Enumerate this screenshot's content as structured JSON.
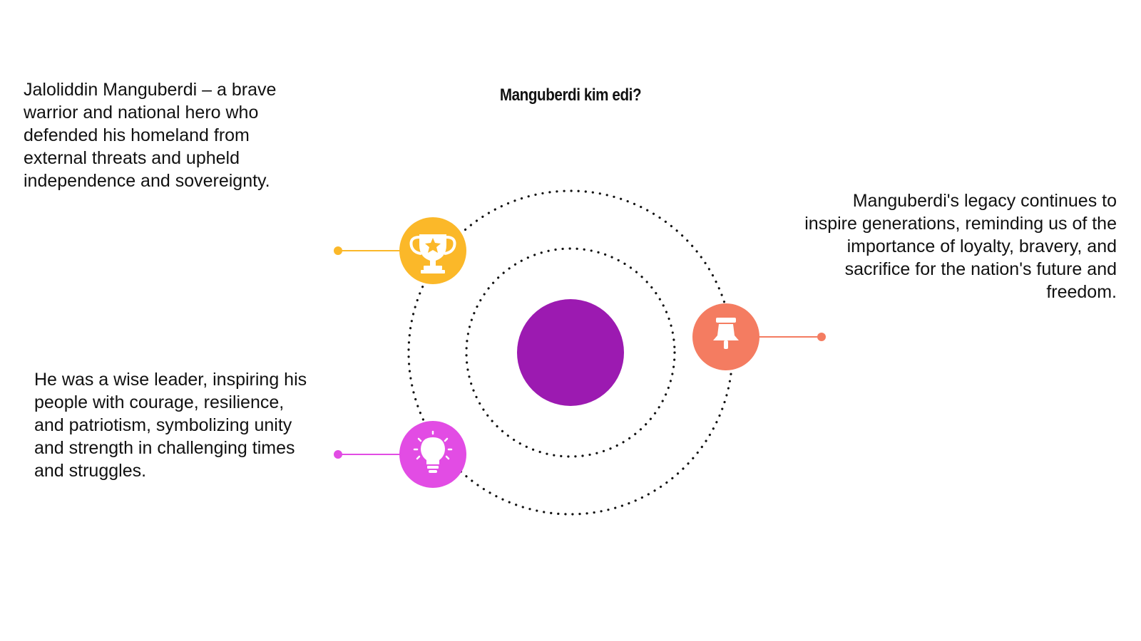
{
  "title": "Manguberdi kim edi?",
  "colors": {
    "center": "#9C1AB1",
    "trophy": "#FBB829",
    "pin": "#F47C61",
    "bulb": "#E24CE4",
    "ring": "#111111"
  },
  "icons": {
    "trophy": "trophy-icon",
    "pin": "pushpin-icon",
    "bulb": "lightbulb-icon"
  },
  "text_top_left": "Jaloliddin Manguberdi – a brave warrior and national hero who defended his homeland from external threats and upheld independence and sovereignty.",
  "text_bottom_left": "He was a wise leader, inspiring his people with courage, resilience, and patriotism, symbolizing unity and strength in challenging times and struggles.",
  "text_right": "Manguberdi's legacy continues to inspire generations, reminding us of the importance of loyalty, bravery, and sacrifice for the nation's future and freedom."
}
